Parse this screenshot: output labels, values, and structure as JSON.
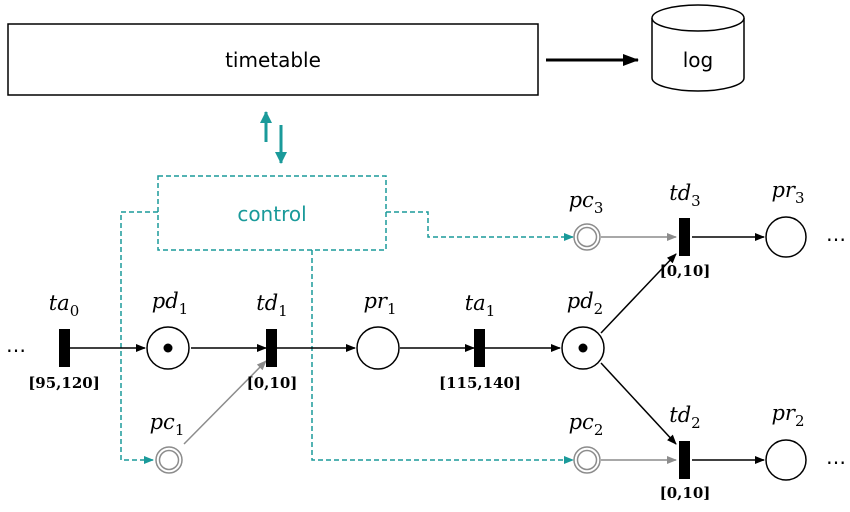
{
  "blocks": {
    "timetable": "timetable",
    "log": "log",
    "control": "control"
  },
  "places": {
    "pd1": {
      "base": "pd",
      "sub": "1"
    },
    "pr1": {
      "base": "pr",
      "sub": "1"
    },
    "pd2": {
      "base": "pd",
      "sub": "2"
    },
    "pr3": {
      "base": "pr",
      "sub": "3"
    },
    "pr2": {
      "base": "pr",
      "sub": "2"
    },
    "pc1": {
      "base": "pc",
      "sub": "1"
    },
    "pc2": {
      "base": "pc",
      "sub": "2"
    },
    "pc3": {
      "base": "pc",
      "sub": "3"
    }
  },
  "transitions": {
    "ta0": {
      "base": "ta",
      "sub": "0",
      "interval": "[95,120]"
    },
    "td1": {
      "base": "td",
      "sub": "1",
      "interval": "[0,10]"
    },
    "ta1": {
      "base": "ta",
      "sub": "1",
      "interval": "[115,140]"
    },
    "td3": {
      "base": "td",
      "sub": "3",
      "interval": "[0,10]"
    },
    "td2": {
      "base": "td",
      "sub": "2",
      "interval": "[0,10]"
    }
  },
  "ellipses": {
    "left": "…",
    "right_top": "…",
    "right_bottom": "…"
  },
  "colors": {
    "control": "#1a9a9a",
    "ink": "#000000",
    "gray_arc": "#8c8c8c"
  }
}
